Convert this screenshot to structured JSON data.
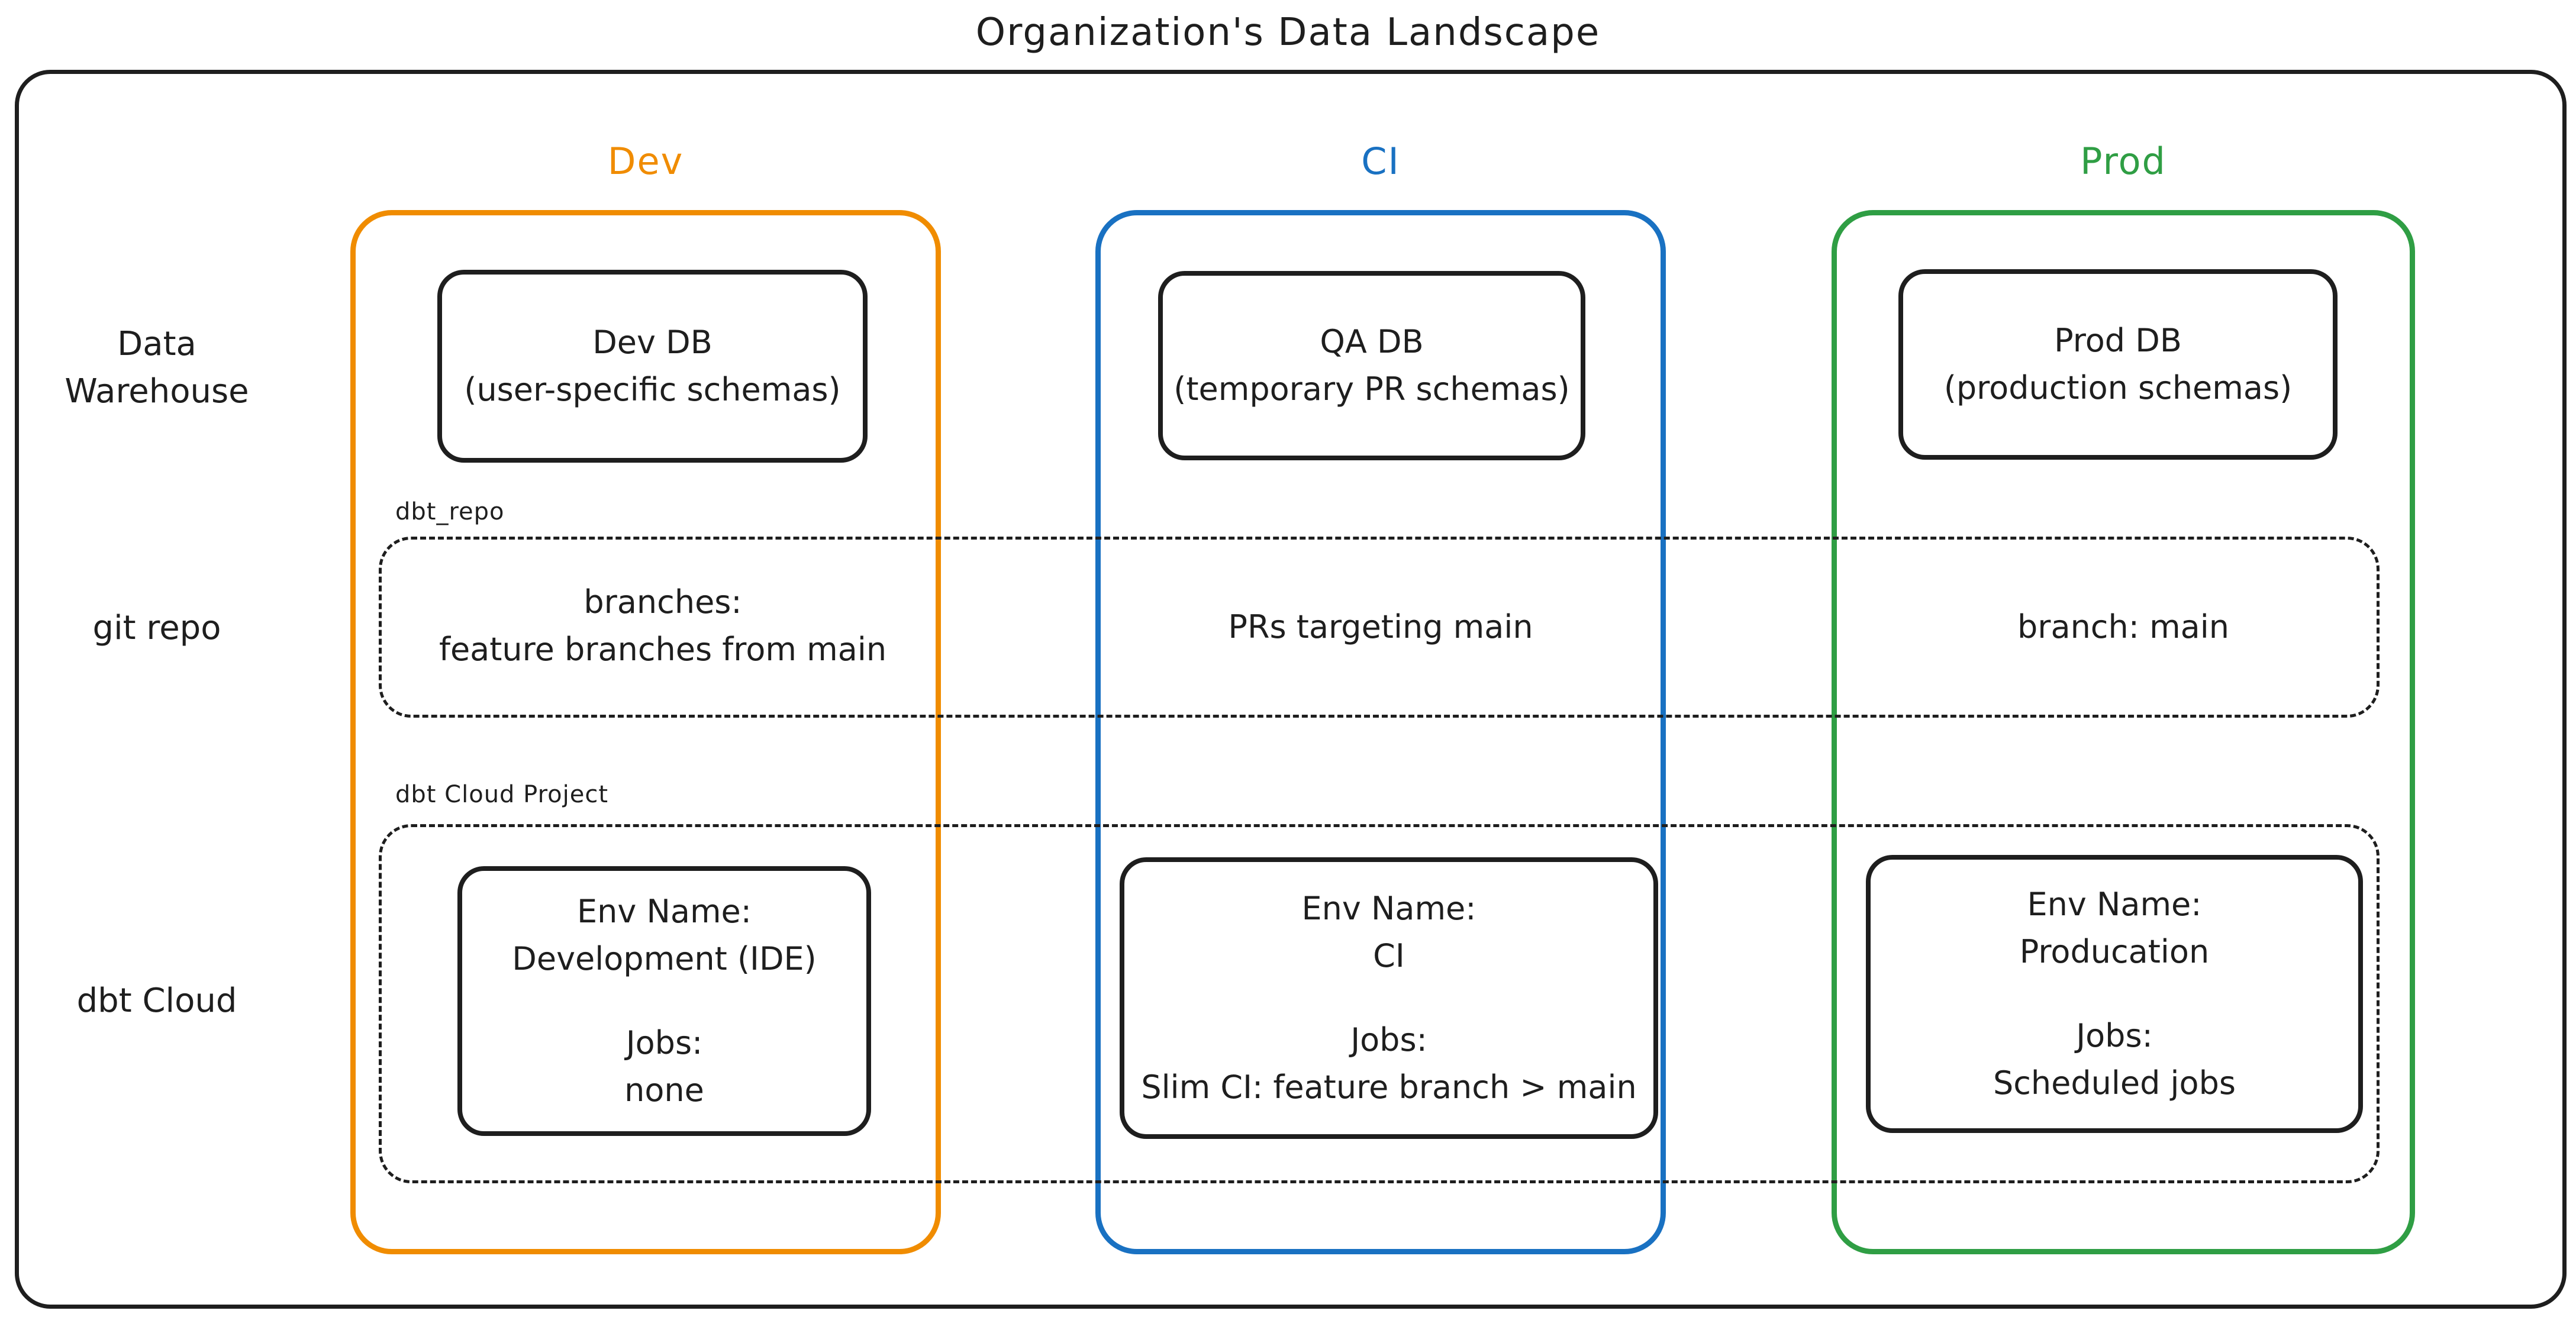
{
  "title": "Organization's Data Landscape",
  "colors": {
    "ink": "#1e1e1e",
    "dev_accent": "#f08c00",
    "ci_accent": "#1971c2",
    "prod_accent": "#2f9e44"
  },
  "columns": [
    {
      "label": "Dev",
      "color": "#f08c00"
    },
    {
      "label": "CI",
      "color": "#1971c2"
    },
    {
      "label": "Prod",
      "color": "#2f9e44"
    }
  ],
  "row_labels": {
    "warehouse": "Data Warehouse",
    "git": "git repo",
    "dbt": "dbt Cloud"
  },
  "warehouse": {
    "dev": {
      "name": "Dev DB",
      "detail": "(user-specific schemas)"
    },
    "ci": {
      "name": "QA DB",
      "detail": "(temporary PR schemas)"
    },
    "prod": {
      "name": "Prod DB",
      "detail": "(production schemas)"
    }
  },
  "git_repo": {
    "label": "dbt_repo",
    "dev_line1": "branches:",
    "dev_line2": "feature branches from main",
    "ci": "PRs targeting main",
    "prod": "branch: main"
  },
  "dbt_cloud": {
    "label": "dbt Cloud Project",
    "dev": {
      "env_label": "Env Name:",
      "env": "Development (IDE)",
      "jobs_label": "Jobs:",
      "jobs": "none"
    },
    "ci": {
      "env_label": "Env Name:",
      "env": "CI",
      "jobs_label": "Jobs:",
      "jobs": "Slim CI: feature branch > main"
    },
    "prod": {
      "env_label": "Env Name:",
      "env": "Producation",
      "jobs_label": "Jobs:",
      "jobs": "Scheduled jobs"
    }
  }
}
